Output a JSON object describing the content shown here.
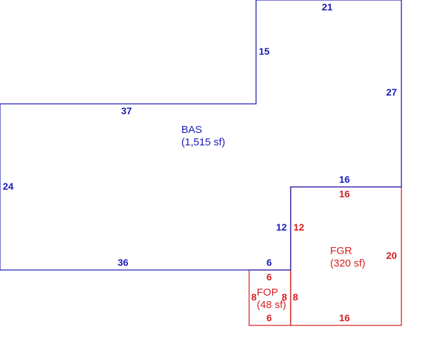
{
  "colors": {
    "bas": "#1a1ab8",
    "garage_porch": "#d42020",
    "background": "#ffffff"
  },
  "areas": {
    "bas": {
      "name": "BAS",
      "area": "(1,515 sf)"
    },
    "fgr": {
      "name": "FGR",
      "area": "(320 sf)"
    },
    "fop": {
      "name": "FOP",
      "area": "(48 sf)"
    }
  },
  "dimensions": {
    "bas_top": "21",
    "bas_upper_right": "27",
    "bas_step_vertical": "15",
    "bas_step_horizontal": "37",
    "bas_left": "24",
    "bas_bottom": "36",
    "bas_bottom_short": "6",
    "bas_garage_top": "16",
    "bas_garage_left": "12",
    "fgr_top": "16",
    "fgr_left": "12",
    "fgr_right": "20",
    "fgr_bottom": "16",
    "fop_top": "6",
    "fop_left": "8",
    "fop_right": "8",
    "fop_right_outer": "8",
    "fop_bottom": "6"
  }
}
